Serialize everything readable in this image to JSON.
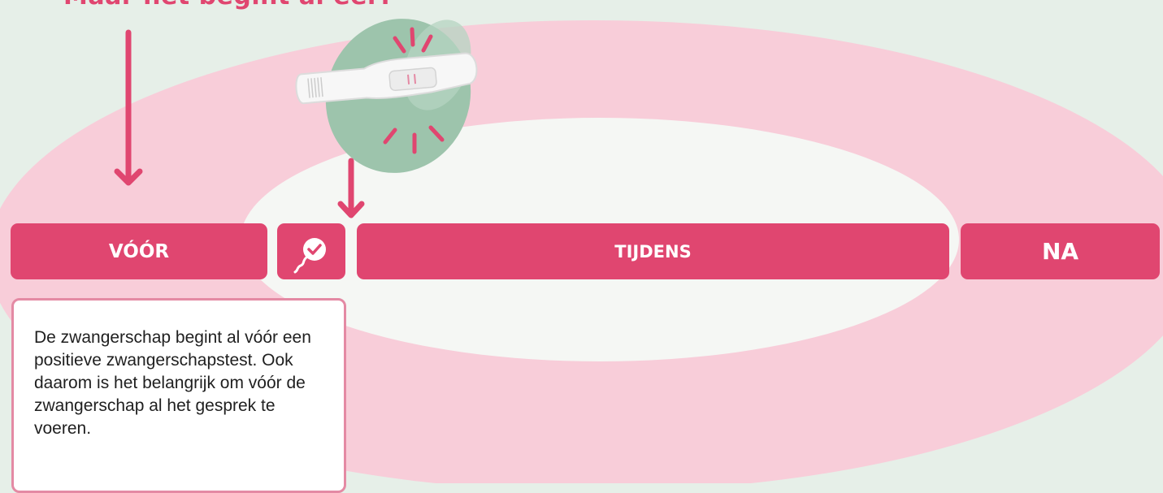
{
  "heading": "Maar het begint al eer!",
  "colors": {
    "background": "#e6efe8",
    "outer_ellipse": "#f8cdd9",
    "inner_ellipse": "#f5f7f4",
    "accent": "#e04670",
    "textbox_border": "#e48aa4",
    "green_blob": "#9dc4ac"
  },
  "stages": {
    "voor": "VÓÓR",
    "icon": "sperm-check-icon",
    "tijdens": "TIJDENS",
    "na": "NA"
  },
  "description": "De zwangerschap begint al vóór een positieve zwangerschapstest. Ook daarom is het belangrijk om vóór de zwangerschap al het gesprek te voeren.",
  "illustration": "pregnancy-test-icon"
}
